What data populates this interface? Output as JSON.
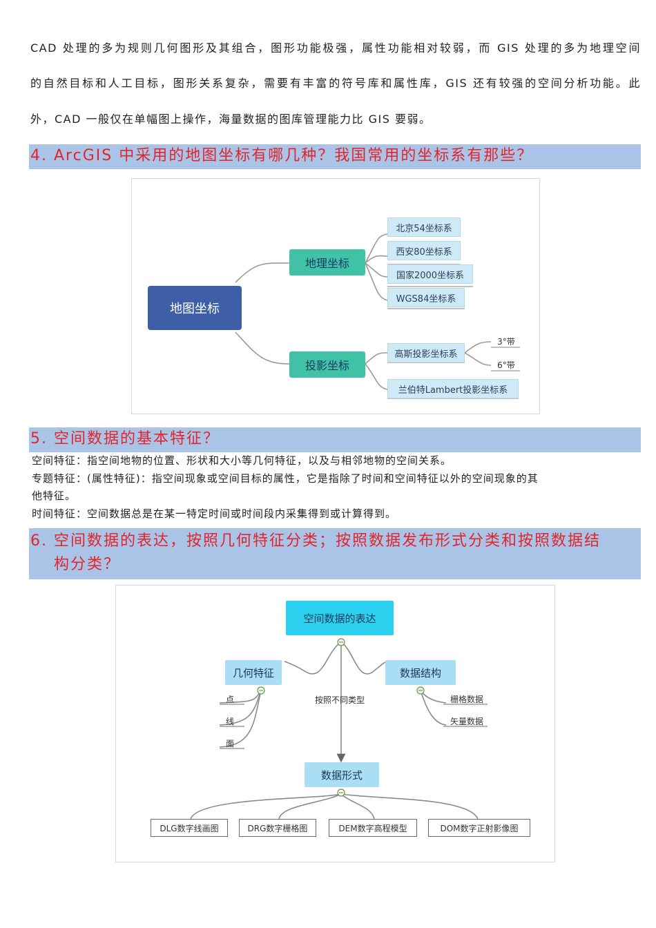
{
  "intro": {
    "lines": [
      "CAD 处理的多为规则几何图形及其组合，图形功能极强，属性功能相对较弱，而 GIS 处理的多为地理空间",
      "的自然目标和人工目标，图形关系复杂，需要有丰富的符号库和属性库，GIS 还有较强的空间分析功能。此",
      "外，CAD 一般仅在单幅图上操作，海量数据的图库管理能力比 GIS 要弱。"
    ]
  },
  "section4": {
    "number": "4.",
    "title": "ArcGIS 中采用的地图坐标有哪几种？我国常用的坐标系有那些？"
  },
  "map1": {
    "root": "地图坐标",
    "geo": "地理坐标",
    "proj": "投影坐标",
    "geo_items": [
      "北京54坐标系",
      "西安80坐标系",
      "国家2000坐标系",
      "WGS84坐标系"
    ],
    "gauss": "高斯投影坐标系",
    "gauss_bands": [
      "3°带",
      "6°带"
    ],
    "lambert": "兰伯特Lambert投影坐标系"
  },
  "section5": {
    "number": "5.",
    "title": "空间数据的基本特征？",
    "lines": [
      "空间特征：指空间地物的位置、形状和大小等几何特征，以及与相邻地物的空间关系。",
      "专题特征：(属性特征)：指空间现象或空间目标的属性，它是指除了时间和空间特征以外的空间现象的其",
      "他特征。",
      "时间特征：空间数据总是在某一特定时间或时间段内采集得到或计算得到。"
    ]
  },
  "section6": {
    "number": "6.",
    "title_line1": "空间数据的表达，按照几何特征分类；按照数据发布形式分类和按照数据结",
    "title_line2": "构分类？"
  },
  "map2": {
    "root": "空间数据的表达",
    "geometry": "几何特征",
    "structure": "数据结构",
    "form": "数据形式",
    "edge_label": "按照不同类型",
    "geometry_items": [
      "点",
      "线",
      "面"
    ],
    "structure_items": [
      "栅格数据",
      "矢量数据"
    ],
    "form_items": [
      "DLG数字线画图",
      "DRG数字栅格图",
      "DEM数字高程模型",
      "DOM数字正射影像图"
    ],
    "collapse_symbol": "⊖"
  },
  "colors": {
    "heading_bg": "#a9c4e6",
    "heading_text": "#e2242b",
    "root_blue": "#3f5ea8",
    "teal": "#3fc2a6",
    "cyan": "#2ad0ee"
  }
}
